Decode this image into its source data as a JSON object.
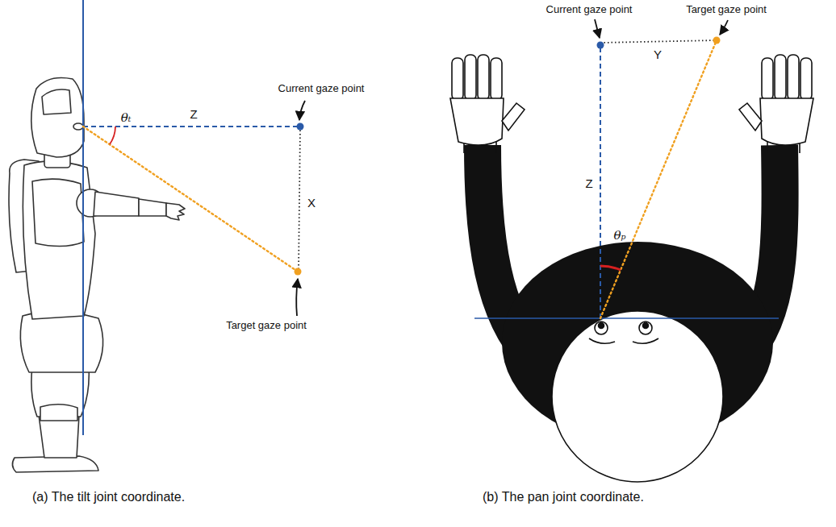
{
  "diagram": {
    "labels": [
      "Current gaze point",
      "Z",
      "θₜ",
      "X",
      "Target gaze point",
      "(a) The tilt joint coordinate.",
      "Current gaze point",
      "Target gaze point",
      "Y",
      "Z",
      "θₚ",
      "(b) The pan joint coordinate."
    ]
  }
}
